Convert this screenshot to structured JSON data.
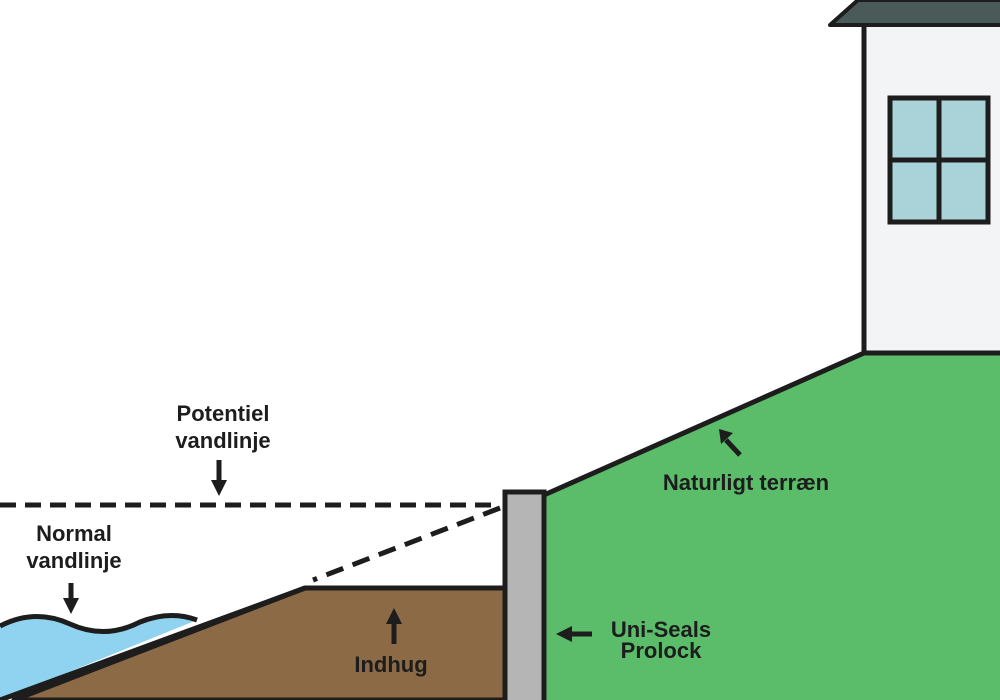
{
  "labels": {
    "potential_waterline": [
      "Potentiel",
      "vandlinje"
    ],
    "normal_waterline": [
      "Normal",
      "vandlinje"
    ],
    "natural_terrain": "Naturligt terræn",
    "excavation": "Indhug",
    "product": [
      "Uni-Seals",
      "Prolock"
    ]
  },
  "colors": {
    "water": "#8fd3f0",
    "excavation": "#8b6a45",
    "terrain": "#5bbd6a",
    "wall": "#b5b5b5",
    "house_wall": "#f3f4f6",
    "roof": "#4a5a58",
    "window_glass": "#a9d3d8",
    "outline": "#1d1d1d"
  }
}
